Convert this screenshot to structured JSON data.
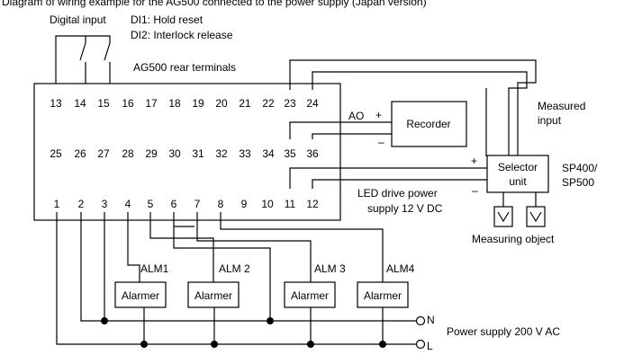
{
  "header": {
    "text": "Diagram of wiring example for the AG500 connected to the power supply (Japan version)"
  },
  "digital_input": {
    "label": "Digital input",
    "di1": "DI1: Hold reset",
    "di2": "DI2: Interlock release"
  },
  "terminal_block": {
    "title": "AG500 rear terminals",
    "top_row": [
      "13",
      "14",
      "15",
      "16",
      "17",
      "18",
      "19",
      "20",
      "21",
      "22",
      "23",
      "24"
    ],
    "middle_row": [
      "25",
      "26",
      "27",
      "28",
      "29",
      "30",
      "31",
      "32",
      "33",
      "34",
      "35",
      "36"
    ],
    "bottom_row": [
      "1",
      "2",
      "3",
      "4",
      "5",
      "6",
      "7",
      "8",
      "9",
      "10",
      "11",
      "12"
    ]
  },
  "ao": {
    "label": "AO",
    "plus": "+",
    "minus": "–"
  },
  "recorder": {
    "label": "Recorder"
  },
  "measured_input": {
    "line1": "Measured",
    "line2": "input"
  },
  "selector": {
    "line1": "Selector",
    "line2": "unit",
    "plus": "+",
    "minus": "–"
  },
  "sp_model": {
    "line1": "SP400/",
    "line2": "SP500"
  },
  "led_power": {
    "line1": "LED drive power",
    "line2": "supply 12 V DC"
  },
  "measuring_object": {
    "label": "Measuring object"
  },
  "alarms": {
    "labels": [
      "ALM1",
      "ALM 2",
      "ALM 3",
      "ALM4"
    ],
    "alarmer": "Alarmer"
  },
  "power": {
    "n": "N",
    "l": "L",
    "label": "Power supply 200 V AC"
  }
}
